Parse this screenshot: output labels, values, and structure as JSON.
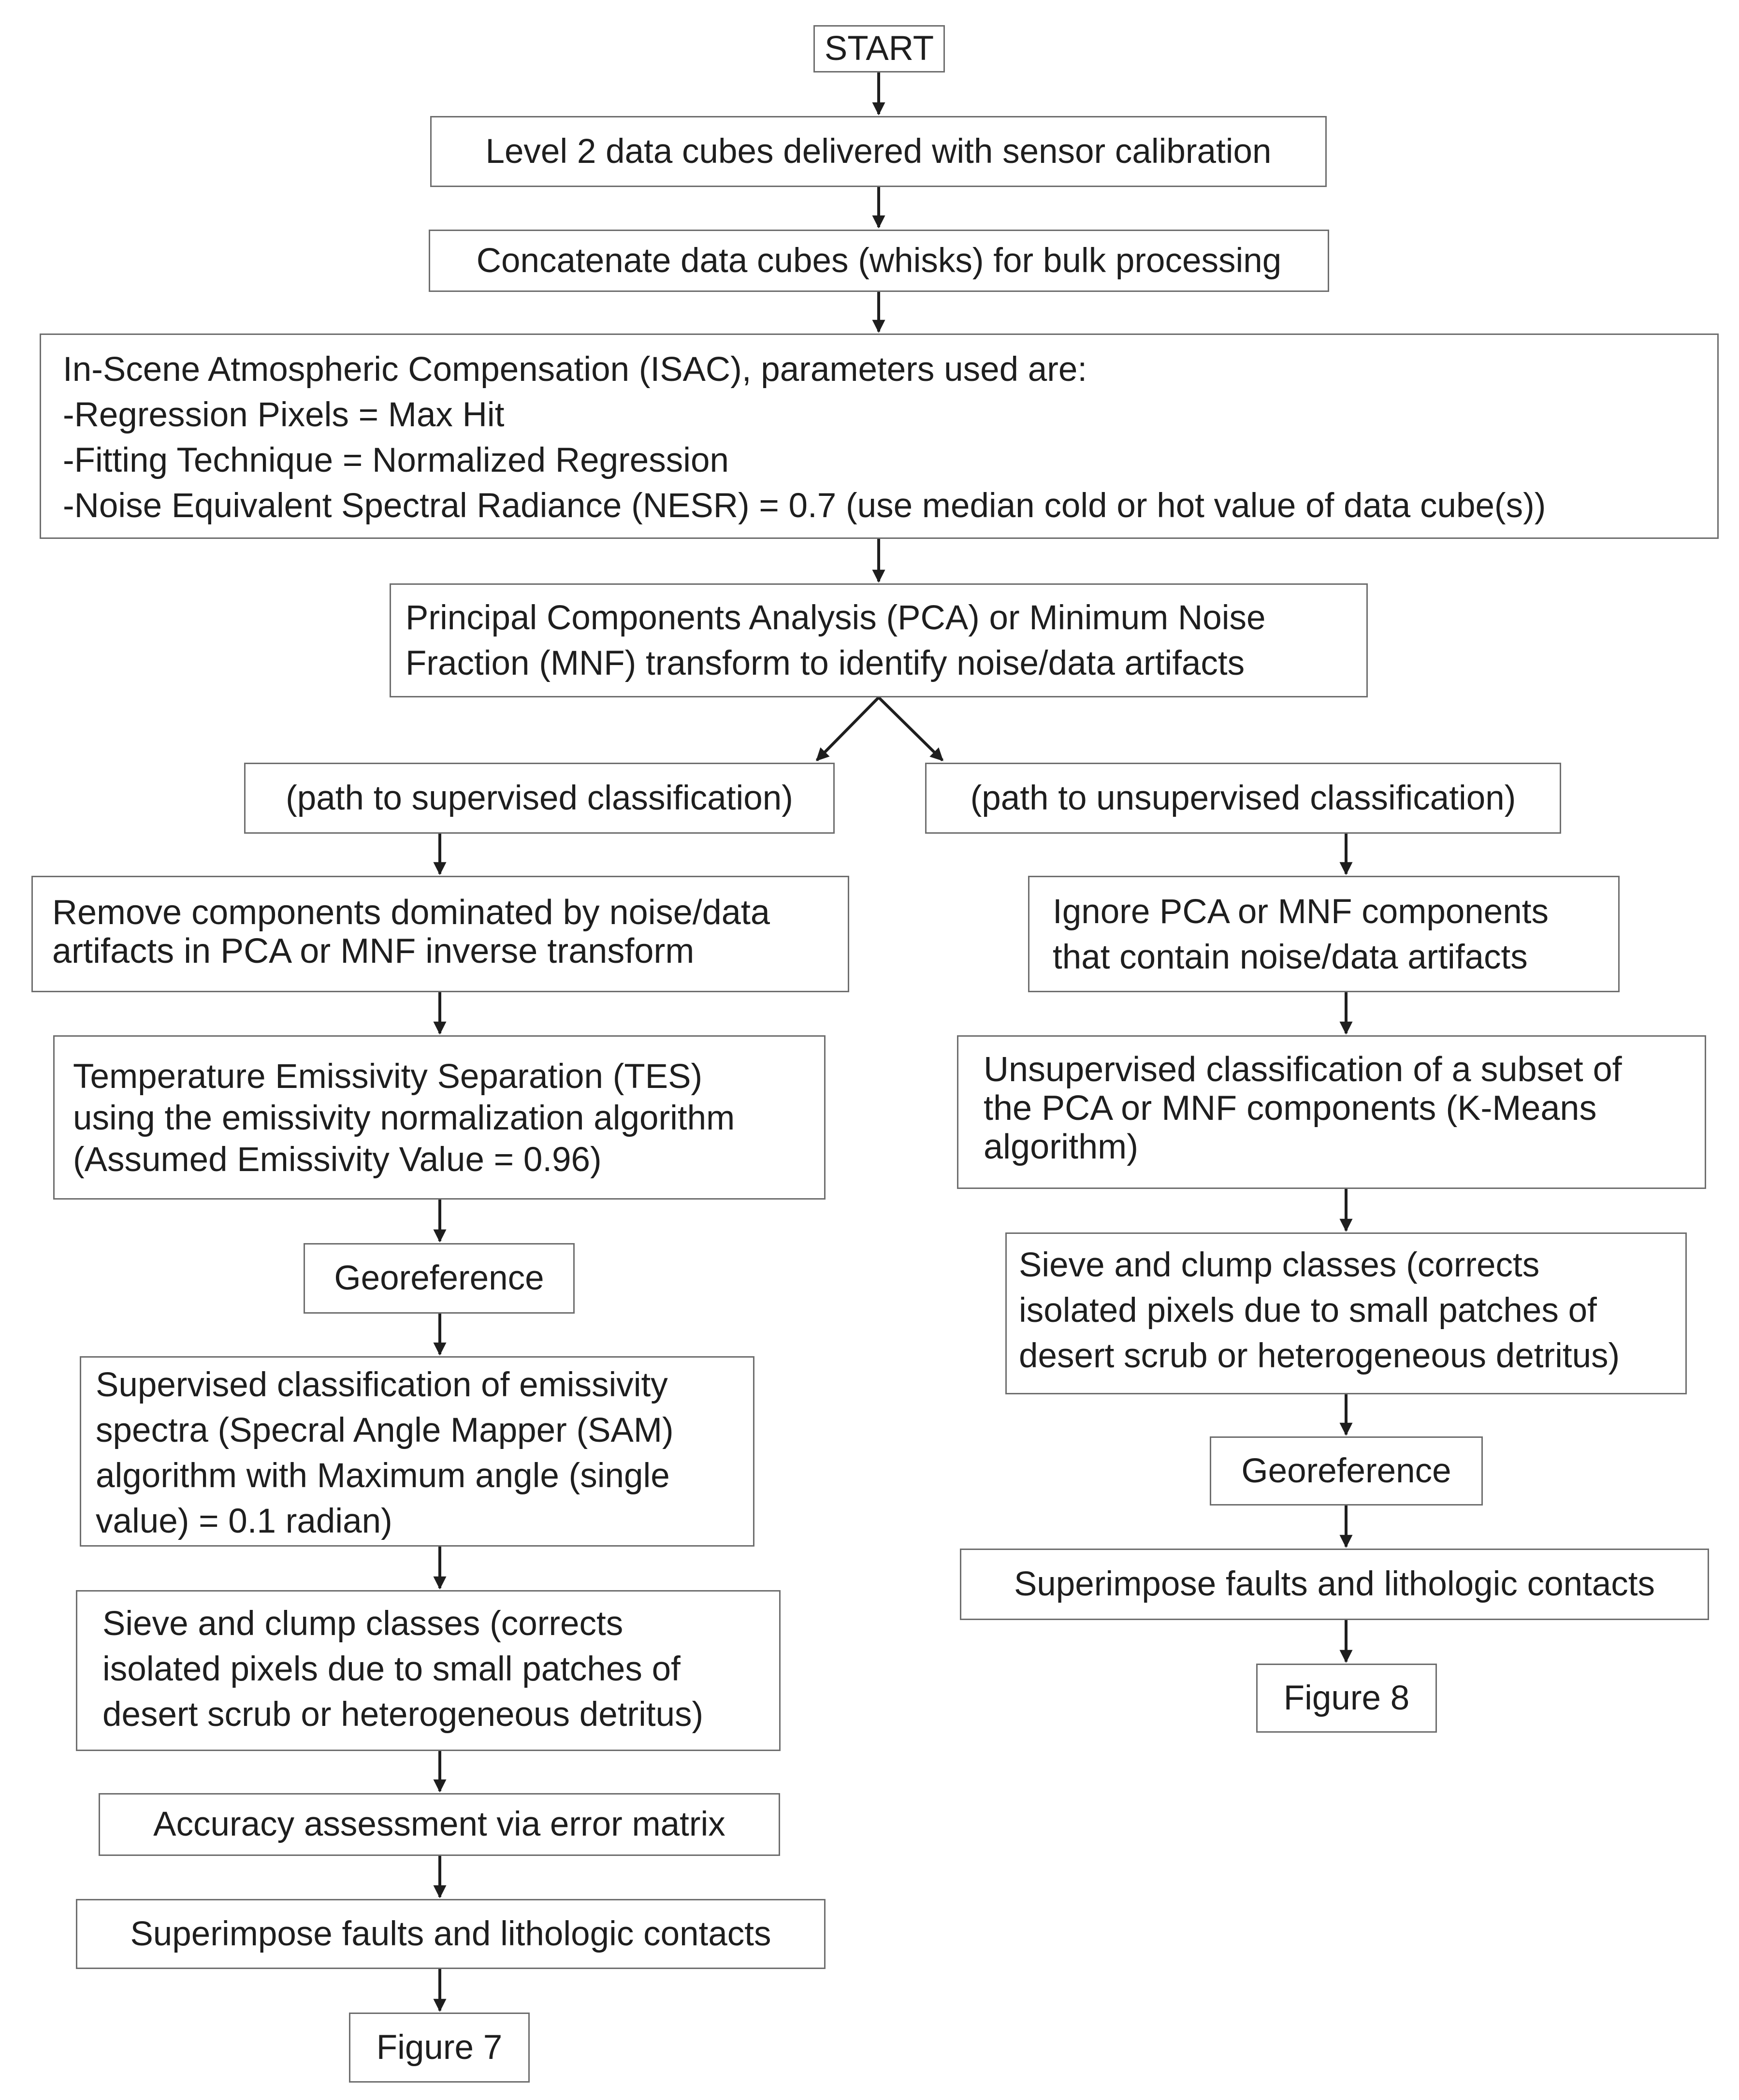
{
  "flowchart": {
    "start": "START",
    "level2": "Level 2 data cubes delivered with sensor calibration",
    "concatenate": "Concatenate data cubes (whisks) for bulk processing",
    "isac": [
      "In-Scene Atmospheric Compensation (ISAC), parameters used are:",
      "-Regression Pixels = Max Hit",
      "-Fitting Technique = Normalized Regression",
      "-Noise Equivalent Spectral Radiance (NESR) = 0.7 (use median cold or hot value of data cube(s))"
    ],
    "pca": [
      "Principal Components Analysis (PCA) or Minimum Noise",
      "Fraction (MNF) transform to identify noise/data artifacts"
    ],
    "supervised": {
      "path": "(path to supervised classification)",
      "remove": [
        "Remove components dominated by noise/data",
        "artifacts in PCA or MNF inverse transform"
      ],
      "tes": [
        "Temperature Emissivity Separation (TES)",
        "using the emissivity normalization algorithm",
        "(Assumed Emissivity Value = 0.96)"
      ],
      "georeference": "Georeference",
      "classification": [
        "Supervised classification of emissivity",
        "spectra (Specral Angle Mapper (SAM)",
        "algorithm with Maximum angle (single",
        "value) = 0.1 radian)"
      ],
      "sieve": [
        "Sieve and clump classes (corrects",
        "isolated pixels due to small patches of",
        "desert scrub or heterogeneous detritus)"
      ],
      "accuracy": "Accuracy assessment via error matrix",
      "superimpose": "Superimpose faults and lithologic contacts",
      "figure": "Figure 7"
    },
    "unsupervised": {
      "path": "(path to unsupervised classification)",
      "ignore": [
        "Ignore PCA or MNF components",
        "that contain noise/data artifacts"
      ],
      "classification": [
        "Unsupervised classification of a subset of",
        "the PCA or MNF components (K-Means",
        "algorithm)"
      ],
      "sieve": [
        "Sieve and clump classes (corrects",
        "isolated pixels due to small patches of",
        "desert scrub or heterogeneous detritus)"
      ],
      "georeference": "Georeference",
      "superimpose": "Superimpose faults and lithologic contacts",
      "figure": "Figure 8"
    }
  }
}
